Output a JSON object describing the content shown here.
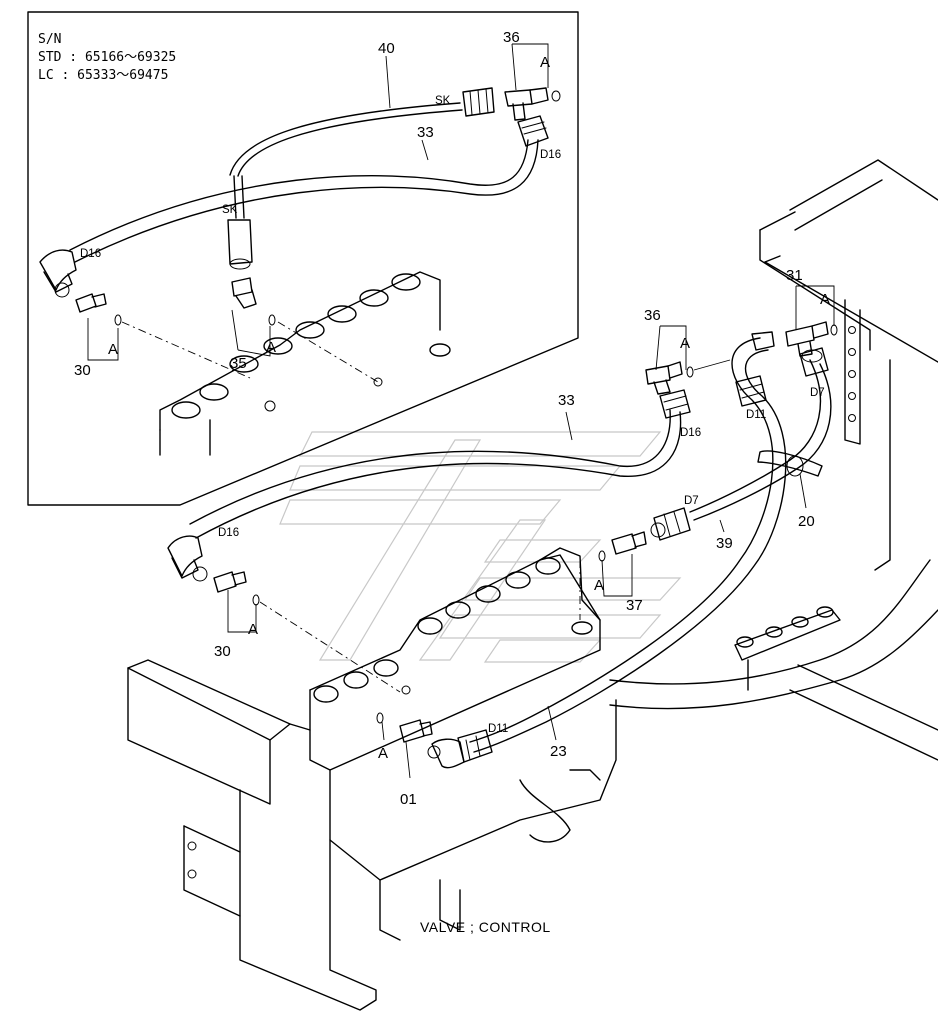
{
  "sn": {
    "title": "S/N",
    "std": "STD : 65166～69325",
    "lc": "LC  : 65333～69475"
  },
  "caption": "VALVE ; CONTROL",
  "inset_labels": {
    "p40": "40",
    "p36": "36",
    "a1": "A",
    "sk1": "SK",
    "p33": "33",
    "d16a": "D16",
    "sk2": "SK",
    "d16b": "D16",
    "a2": "A",
    "p30": "30",
    "p35": "35",
    "a3": "A"
  },
  "main_labels": {
    "p31": "31",
    "a4": "A",
    "p36": "36",
    "a5": "A",
    "d11a": "D11",
    "d7a": "D7",
    "p33": "33",
    "d16c": "D16",
    "d16d": "D16",
    "d7b": "D7",
    "p39": "39",
    "p20": "20",
    "a6": "A",
    "p37": "37",
    "a7": "A",
    "p30": "30",
    "d11b": "D11",
    "a8": "A",
    "p23": "23",
    "p01": "01"
  }
}
